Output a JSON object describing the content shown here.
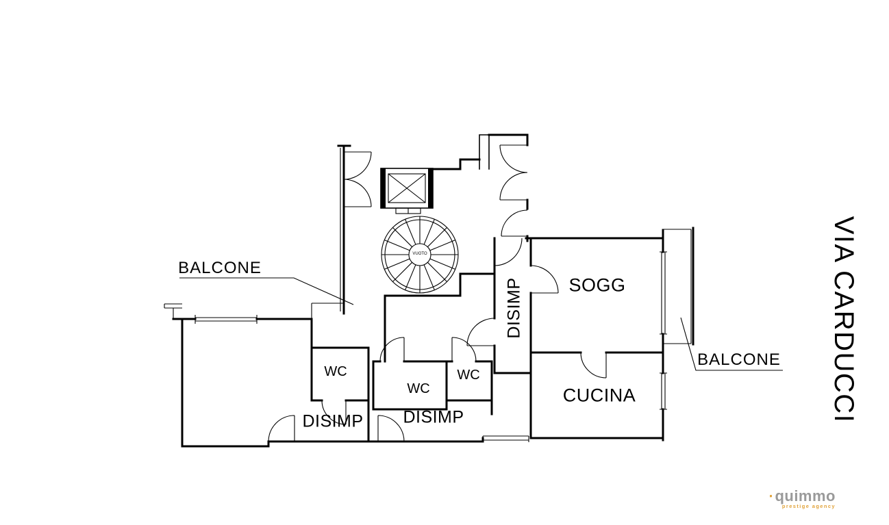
{
  "colors": {
    "background": "#FFFFFF",
    "line": "#000000",
    "logo_text": "#9A9A9A",
    "logo_accent": "#E1A33B"
  },
  "plan": {
    "rooms": {
      "sogg": "SOGG",
      "cucina": "CUCINA",
      "disimp_vertical": "DISIMP",
      "disimp_left": "DISIMP",
      "disimp_right": "DISIMP",
      "wc_left": "WC",
      "wc_center": "WC",
      "wc_right": "WC",
      "balcone_left": "BALCONE",
      "balcone_right": "BALCONE",
      "stair_void": "VUOTO"
    },
    "street_label": "VIA CARDUCCI"
  },
  "logo": {
    "name": "quimmo",
    "tagline": "prestige agency"
  }
}
